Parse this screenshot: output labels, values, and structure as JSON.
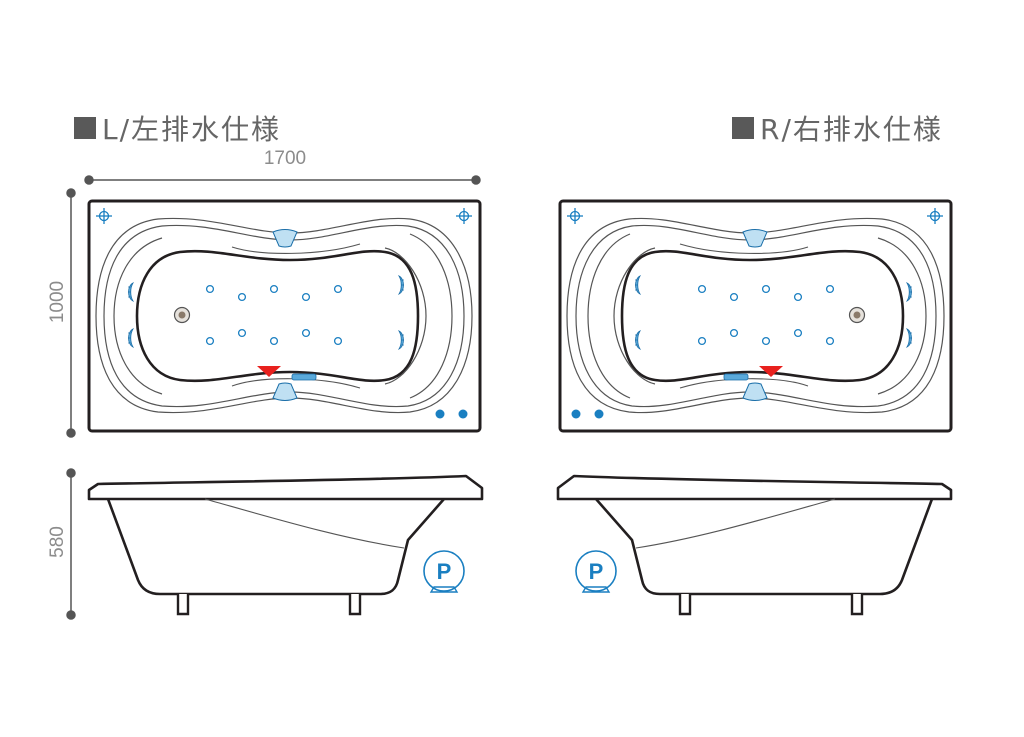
{
  "title_left": "L/左排水仕様",
  "title_right": "R/右排水仕様",
  "dims": {
    "width": "1700",
    "height": "1000",
    "depth": "580"
  },
  "pump_label": "P",
  "colors": {
    "jet": "#1a7fc1",
    "drain_marker": "#e8211e",
    "outline": "#231f20",
    "label": "#8c8c8c"
  }
}
